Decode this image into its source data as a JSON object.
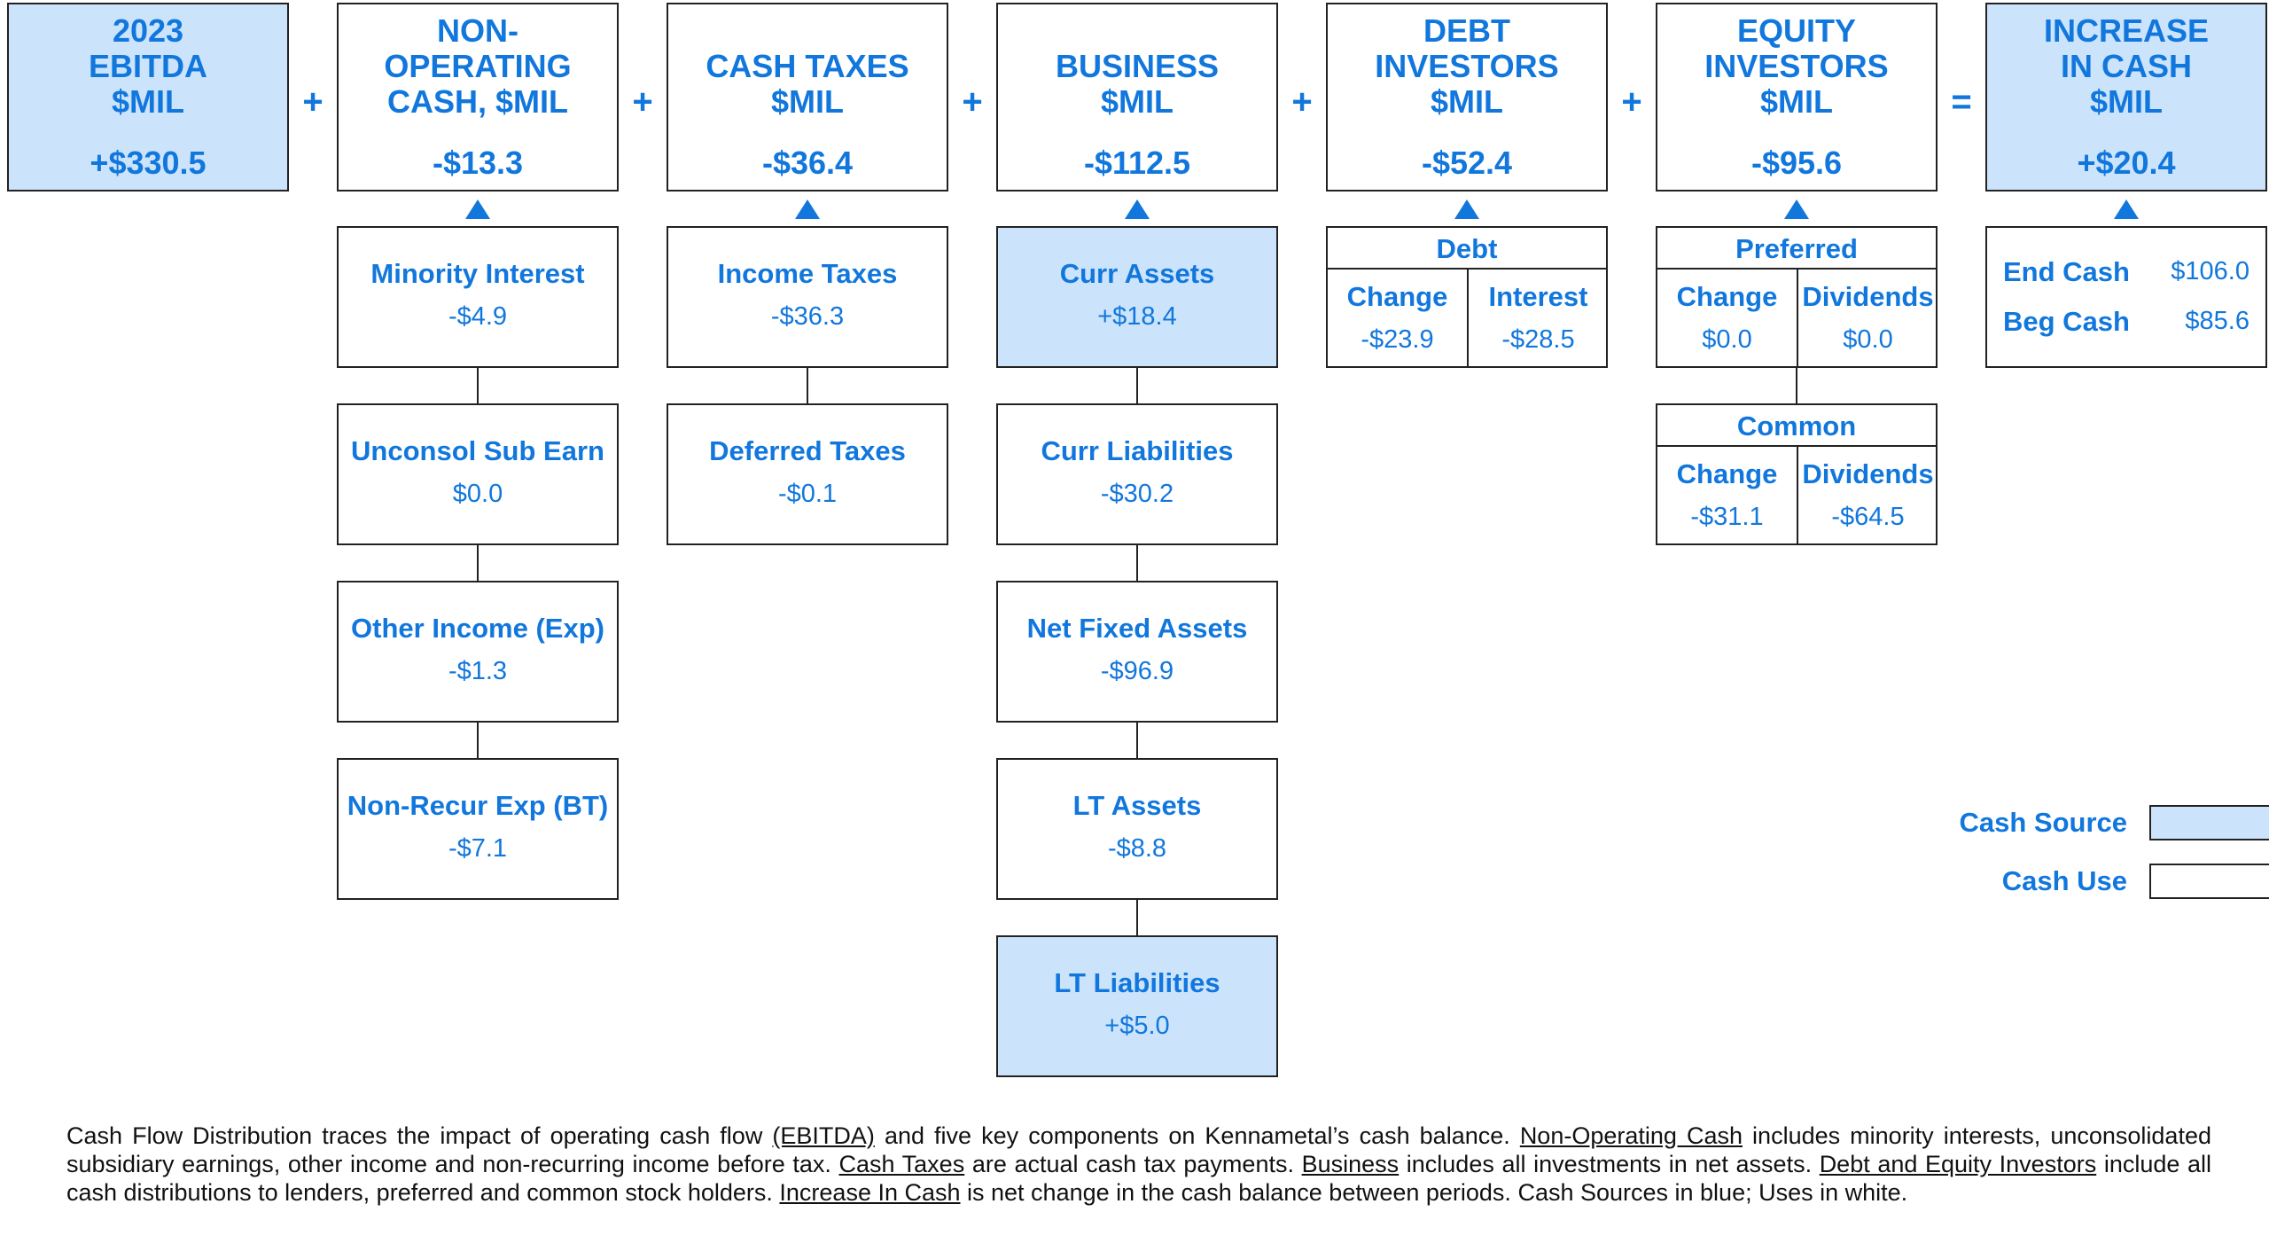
{
  "columns": {
    "ebitda": {
      "title_lines": [
        "2023",
        "EBITDA",
        "$MIL"
      ],
      "value": "+$330.5"
    },
    "nonop": {
      "title_lines": [
        "NON-",
        "OPERATING",
        "CASH, $MIL"
      ],
      "value": "-$13.3"
    },
    "taxes": {
      "title_lines": [
        "CASH TAXES",
        "$MIL"
      ],
      "value": "-$36.4"
    },
    "business": {
      "title_lines": [
        "BUSINESS",
        "$MIL"
      ],
      "value": "-$112.5"
    },
    "debt": {
      "title_lines": [
        "DEBT",
        "INVESTORS",
        "$MIL"
      ],
      "value": "-$52.4"
    },
    "equity": {
      "title_lines": [
        "EQUITY",
        "INVESTORS",
        "$MIL"
      ],
      "value": "-$95.6"
    },
    "cash": {
      "title_lines": [
        "INCREASE",
        "IN CASH",
        "$MIL"
      ],
      "value": "+$20.4"
    }
  },
  "operators": [
    "+",
    "+",
    "+",
    "+",
    "+",
    "="
  ],
  "nonop_items": [
    {
      "label": "Minority Interest",
      "value": "-$4.9"
    },
    {
      "label": "Unconsol Sub Earn",
      "value": "$0.0"
    },
    {
      "label": "Other Income (Exp)",
      "value": "-$1.3"
    },
    {
      "label": "Non-Recur Exp (BT)",
      "value": "-$7.1"
    }
  ],
  "tax_items": [
    {
      "label": "Income Taxes",
      "value": "-$36.3"
    },
    {
      "label": "Deferred Taxes",
      "value": "-$0.1"
    }
  ],
  "business_items": [
    {
      "label": "Curr Assets",
      "value": "+$18.4"
    },
    {
      "label": "Curr Liabilities",
      "value": "-$30.2"
    },
    {
      "label": "Net Fixed Assets",
      "value": "-$96.9"
    },
    {
      "label": "LT Assets",
      "value": "-$8.8"
    },
    {
      "label": "LT Liabilities",
      "value": "+$5.0"
    }
  ],
  "debt_detail": {
    "header": "Debt",
    "col1_label": "Change",
    "col1_value": "-$23.9",
    "col2_label": "Interest",
    "col2_value": "-$28.5"
  },
  "preferred_detail": {
    "header": "Preferred",
    "col1_label": "Change",
    "col1_value": "$0.0",
    "col2_label": "Dividends",
    "col2_value": "$0.0"
  },
  "common_detail": {
    "header": "Common",
    "col1_label": "Change",
    "col1_value": "-$31.1",
    "col2_label": "Dividends",
    "col2_value": "-$64.5"
  },
  "cash_detail": {
    "end_label": "End Cash",
    "end_value": "$106.0",
    "beg_label": "Beg Cash",
    "beg_value": "$85.6"
  },
  "legend": {
    "source_label": "Cash Source",
    "source_color": "#cce4fb",
    "use_label": "Cash Use",
    "use_color": "#ffffff"
  },
  "footnote": {
    "p1": "Cash Flow Distribution traces the impact of operating cash flow ",
    "u1": "(EBITDA)",
    "p2": " and five key components on Kennametal’s cash balance. ",
    "u2": "Non-Operating  Cash",
    "p3": " includes minority interests, unconsolidated subsidiary earnings, other income and non-recurring  income before tax. ",
    "u3": "Cash Taxes",
    "p4": " are actual cash tax payments. ",
    "u4": "Business",
    "p5": " includes all investments in net assets. ",
    "u5": "Debt and Equity Investors",
    "p6": " include all cash distributions to lenders, preferred and common stock holders. ",
    "u6": "Increase In Cash",
    "p7": " is net change in the cash balance between periods. Cash Sources in blue; Uses in white."
  }
}
